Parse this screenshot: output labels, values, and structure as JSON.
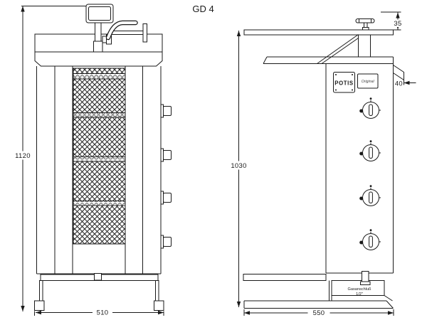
{
  "title": "GD 4",
  "colors": {
    "line": "#1a1a1a",
    "background": "#ffffff"
  },
  "front_view": {
    "height_dim": "1120",
    "width_dim": "510"
  },
  "side_view": {
    "height_dim": "1030",
    "depth_dim": "550",
    "handwheel_height_dim": "35",
    "lip_depth_dim": "40",
    "brand_badge": "POTIS",
    "type_badge": "Original",
    "gas_connection_label": "Gasanschluß",
    "gas_connection_size": "1/2\""
  }
}
